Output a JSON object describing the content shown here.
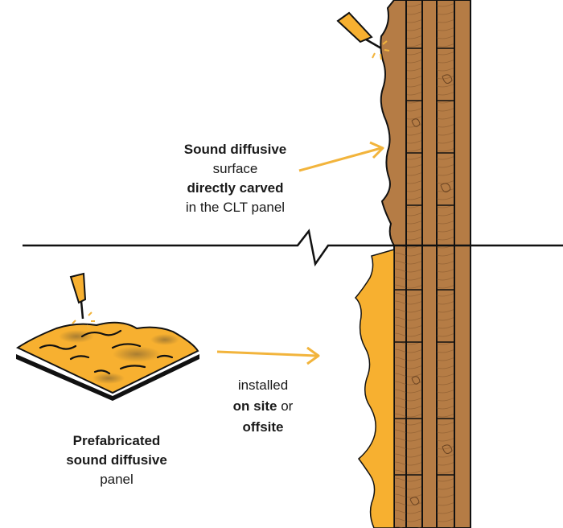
{
  "colors": {
    "wood": "#B57C45",
    "wood_dark": "#8E5E30",
    "orange": "#F7B030",
    "outline": "#111111",
    "arrow": "#F2B43C"
  },
  "captions": {
    "top": {
      "line1": "Sound diffusive",
      "line2": "surface",
      "line3": "directly carved",
      "line4": "in the CLT panel"
    },
    "middle": {
      "line1": "installed",
      "line2_bold": "on site",
      "line2_rest": " or",
      "line3": "offsite"
    },
    "bottom": {
      "line1": "Prefabricated",
      "line2": "sound diffusive",
      "line3": "panel"
    }
  },
  "icons": [
    "chisel-icon",
    "chisel-icon"
  ]
}
